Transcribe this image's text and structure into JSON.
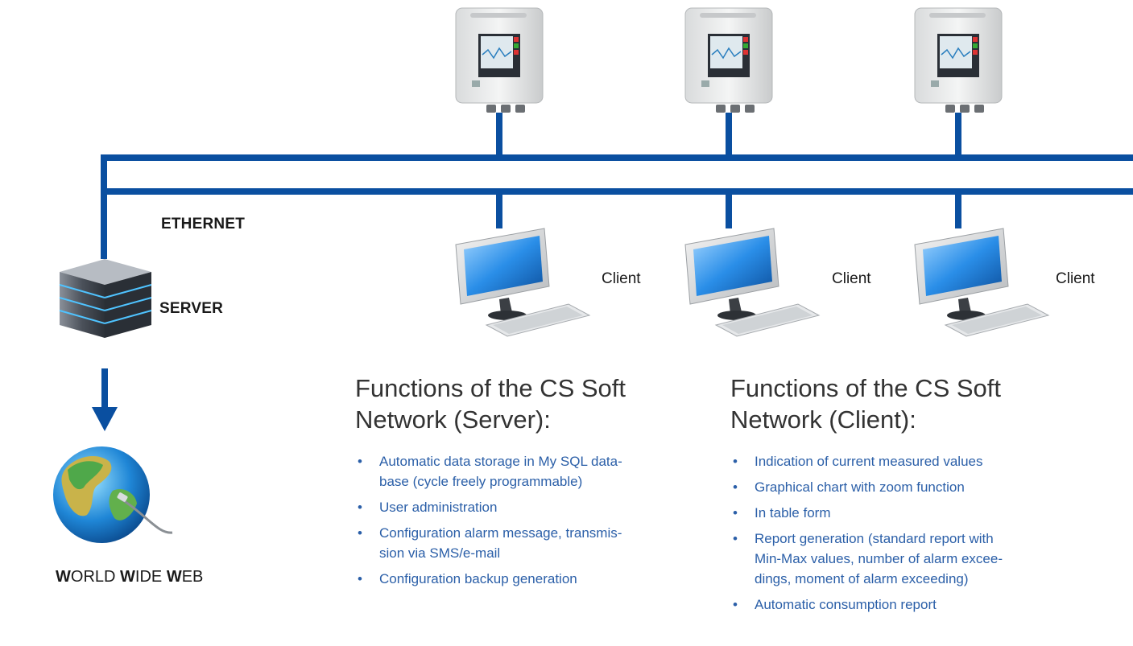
{
  "labels": {
    "ethernet": "ETHERNET",
    "server": "SERVER",
    "client": "Client",
    "www": {
      "w1": "W",
      "r1": "ORLD ",
      "w2": "W",
      "r2": "IDE ",
      "w3": "W",
      "r3": "EB"
    }
  },
  "server_panel": {
    "heading_line1": "Functions of the CS Soft",
    "heading_line2": "Network (Server):",
    "items": [
      {
        "line1": "Automatic data storage in My SQL data-",
        "line2": "base (cycle freely programmable)"
      },
      {
        "line1": "User administration",
        "line2": ""
      },
      {
        "line1": "Configuration alarm message, transmis-",
        "line2": "sion via SMS/e-mail"
      },
      {
        "line1": "Configuration backup generation",
        "line2": ""
      }
    ]
  },
  "client_panel": {
    "heading_line1": "Functions of the CS Soft",
    "heading_line2": "Network (Client):",
    "items": [
      {
        "line1": "Indication of current measured values",
        "line2": "",
        "line3": ""
      },
      {
        "line1": "Graphical chart with zoom function",
        "line2": "",
        "line3": ""
      },
      {
        "line1": "In table form",
        "line2": "",
        "line3": ""
      },
      {
        "line1": "Report generation (standard report with",
        "line2": "Min-Max values, number of alarm excee-",
        "line3": "dings, moment of alarm exceeding)"
      },
      {
        "line1": "Automatic consumption report",
        "line2": "",
        "line3": ""
      }
    ]
  },
  "colors": {
    "network_line": "#0a4fa0",
    "bullet_text": "#2b5fa8",
    "heading_text": "#333333"
  }
}
